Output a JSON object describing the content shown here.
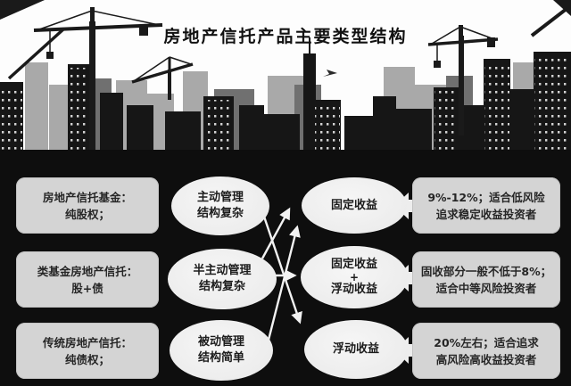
{
  "title": "房地产信托产品主要类型结构",
  "colors": {
    "background": "#0e0e0e",
    "sky": "#ffffff",
    "box_fill": "#d4d4d4",
    "ellipse_fill": "#f1f1f1",
    "arrow": "#f2f2f2",
    "text_dark": "#1c1c1c"
  },
  "products": [
    {
      "line1": "房地产信托基金：",
      "line2": "纯股权；"
    },
    {
      "line1": "类基金房地产信托：",
      "line2": "股+债"
    },
    {
      "line1": "传统房地产信托：",
      "line2": "纯债权；"
    }
  ],
  "management": [
    {
      "line1": "主动管理",
      "line2": "结构复杂"
    },
    {
      "line1": "半主动管理",
      "line2": "结构复杂"
    },
    {
      "line1": "被动管理",
      "line2": "结构简单"
    }
  ],
  "income": [
    {
      "line1": "固定收益"
    },
    {
      "line1": "固定收益",
      "line2": "+",
      "line3": "浮动收益"
    },
    {
      "line1": "浮动收益"
    }
  ],
  "returns": [
    {
      "line1": "9%-12%；适合低风险",
      "line2": "追求稳定收益投资者"
    },
    {
      "line1": "固收部分一般不低于8%；",
      "line2": "适合中等风险投资者"
    },
    {
      "line1": "20%左右；适合追求",
      "line2": "高风险高收益投资者"
    }
  ],
  "links": [
    {
      "from": "active-management",
      "to": "floating-income"
    },
    {
      "from": "semi-active-management",
      "to": "fixed-income"
    },
    {
      "from": "semi-active-management",
      "to": "fixed-plus-floating-income"
    },
    {
      "from": "passive-management",
      "to": "fixed-income"
    }
  ]
}
